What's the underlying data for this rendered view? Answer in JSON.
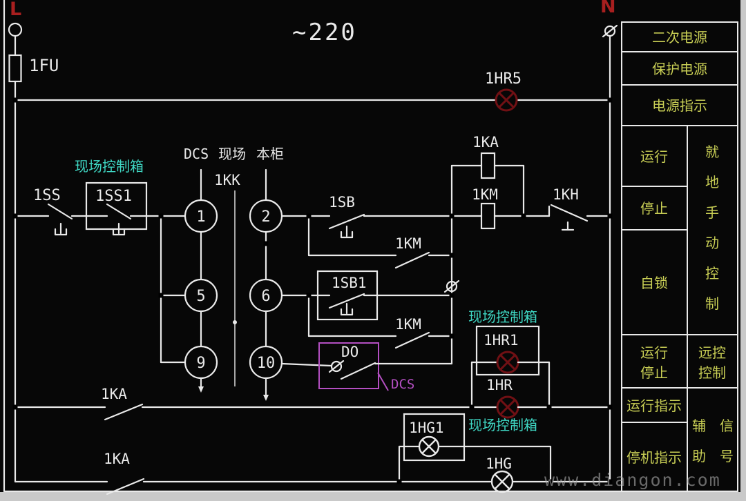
{
  "colors": {
    "background": "#070707",
    "wire": "#e9e9e9",
    "white_text": "#eaeaea",
    "label_red": "#a81f1f",
    "lamp_red": "#701014",
    "cyan": "#3fd8c4",
    "magenta": "#b44fc2",
    "table_text": "#c9cf55",
    "watermark": "#a8a8a8",
    "margin_gray": "#c9c9c9"
  },
  "header": {
    "phase_l": "L",
    "phase_n": "N",
    "voltage": "~220"
  },
  "labels": {
    "fu": "1FU",
    "hr5": "1HR5",
    "ss": "1SS",
    "ss1": "1SS1",
    "kk": "1KK",
    "dcs_col": "DCS",
    "field_col": "现场",
    "cabinet_col": "本柜",
    "sb": "1SB",
    "km_seal1": "1KM",
    "sb1": "1SB1",
    "km_seal2": "1KM",
    "ka_coil": "1KA",
    "km_coil": "1KM",
    "kh": "1KH",
    "do_box": "DO",
    "dcs_tag": "DCS",
    "field_box": "现场控制箱",
    "hr1": "1HR1",
    "hr": "1HR",
    "hg1": "1HG1",
    "hg": "1HG",
    "ka_contact1": "1KA",
    "ka_contact2": "1KA"
  },
  "selector": {
    "positions": [
      "1",
      "2",
      "5",
      "6",
      "9",
      "10"
    ]
  },
  "legend": {
    "row_secondary_power": "二次电源",
    "row_protection_power": "保护电源",
    "row_power_indication": "电源指示",
    "run": "运行",
    "stop": "停止",
    "self_lock": "自锁",
    "local_manual_chars": [
      "就",
      "地",
      "手",
      "动",
      "控",
      "制"
    ],
    "run_stop_line1": "运行",
    "run_stop_line2": "停止",
    "remote_line1": "远控",
    "remote_line2": "控制",
    "run_indication": "运行指示",
    "stop_indication": "停机指示",
    "aux_signal_chars": [
      "辅",
      "信",
      "助",
      "号"
    ]
  },
  "watermark": "www.diangon.com"
}
